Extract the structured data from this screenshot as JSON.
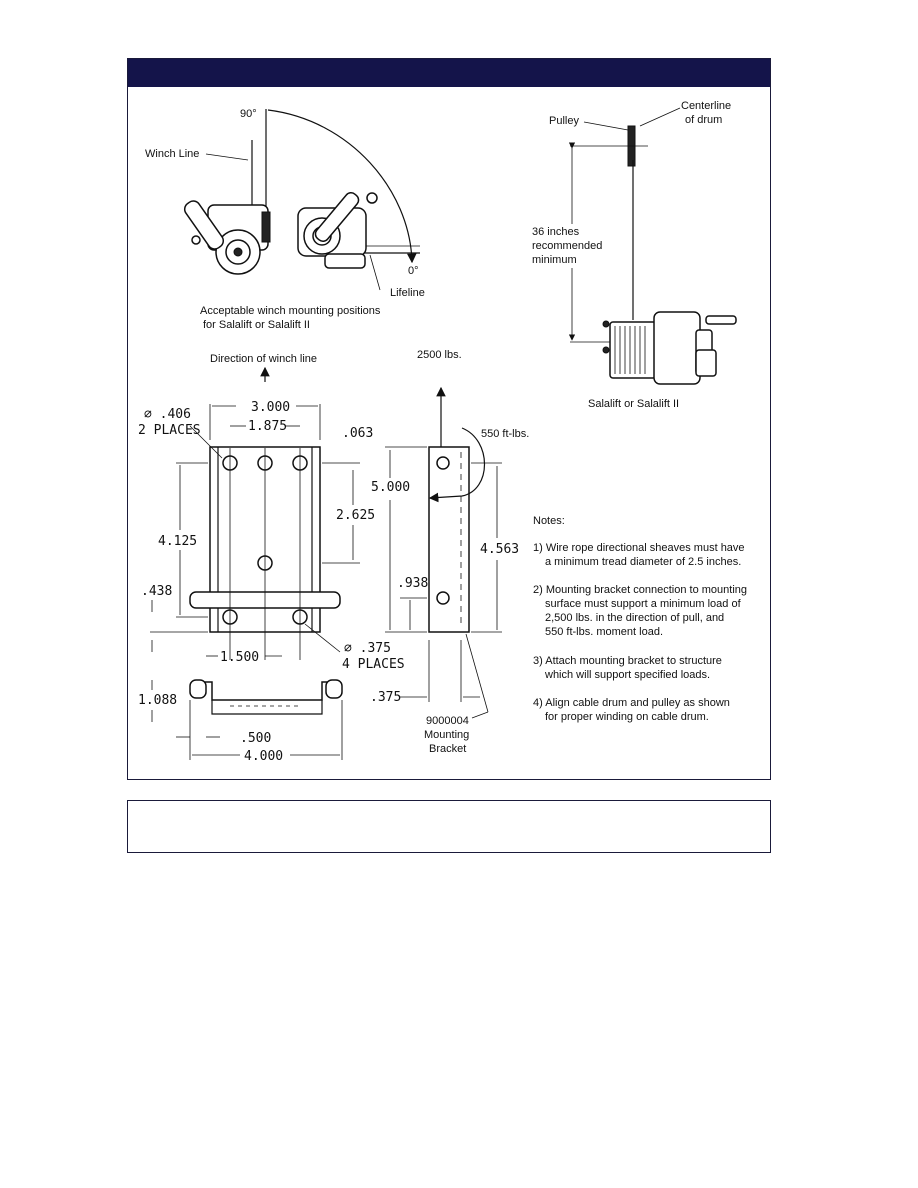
{
  "mounting_positions": {
    "angle_90": "90°",
    "angle_0": "0°",
    "winch_line": "Winch Line",
    "lifeline": "Lifeline",
    "caption_line1": "Acceptable winch mounting positions",
    "caption_line2": "for Salalift or Salalift II"
  },
  "drum_diagram": {
    "pulley": "Pulley",
    "centerline_line1": "Centerline",
    "centerline_line2": "of drum",
    "distance_line1": "36 inches",
    "distance_line2": "recommended",
    "distance_line3": "minimum",
    "caption": "Salalift or Salalift II"
  },
  "bracket": {
    "direction": "Direction of winch line",
    "hole_406": "∅ .406",
    "hole_406_places": "2 PLACES",
    "hole_375": "∅ .375",
    "hole_375_places": "4 PLACES",
    "dims": {
      "w3000": "3.000",
      "w1875": "1.875",
      "d063": ".063",
      "d2625": "2.625",
      "d4125": "4.125",
      "d438": ".438",
      "d1500": "1.500",
      "d1088": "1.088",
      "d500": ".500",
      "d4000": "4.000",
      "d5000": "5.000",
      "d4563": "4.563",
      "d938": ".938",
      "d375": ".375"
    },
    "load": "2500 lbs.",
    "moment": "550 ft-lbs.",
    "part_number": "9000004",
    "part_line2": "Mounting",
    "part_line3": "Bracket"
  },
  "notes": {
    "title": "Notes:",
    "n1_line1": "1) Wire rope directional sheaves must have",
    "n1_line2": "a minimum tread diameter of 2.5 inches.",
    "n2_line1": "2) Mounting bracket connection to mounting",
    "n2_line2": "surface must support a minimum load of",
    "n2_line3": "2,500 lbs. in the direction of pull, and",
    "n2_line4": "550 ft-lbs. moment load.",
    "n3_line1": "3) Attach mounting bracket to structure",
    "n3_line2": "which will support specified loads.",
    "n4_line1": "4) Align cable drum and pulley as shown",
    "n4_line2": "for proper winding on cable drum."
  }
}
